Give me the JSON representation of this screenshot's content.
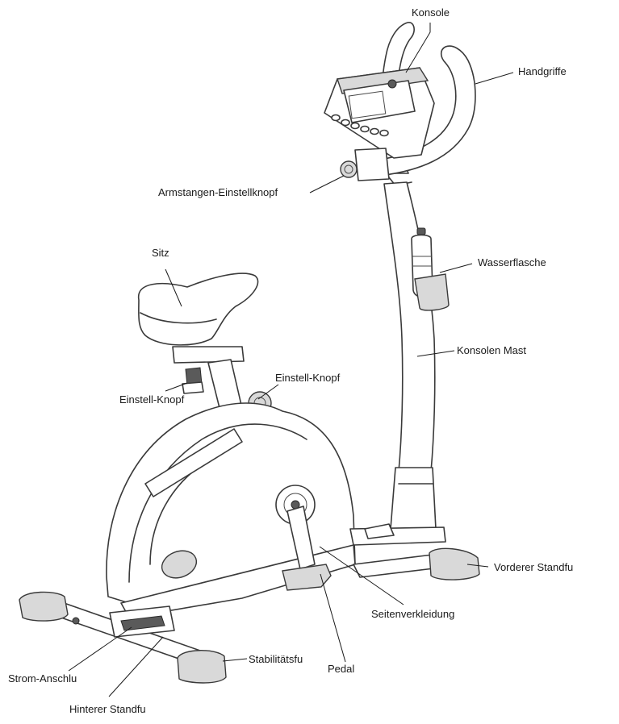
{
  "labels": {
    "konsole": "Konsole",
    "handgriffe": "Handgriffe",
    "armstangen": "Armstangen-Einstellknopf",
    "sitz": "Sitz",
    "wasserflasche": "Wasserflasche",
    "konsolen_mast": "Konsolen Mast",
    "einstell_knopf_seat": "Einstell-Knopf",
    "einstell_knopf_post": "Einstell-Knopf",
    "vorderer_standfu": "Vorderer Standfu",
    "seitenverkleidung": "Seitenverkleidung",
    "stabilitatsfu": "Stabilitätsfu",
    "pedal": "Pedal",
    "strom_anschlu": "Strom-Anschlu",
    "hinterer_standfu": "Hinterer Standfu"
  }
}
